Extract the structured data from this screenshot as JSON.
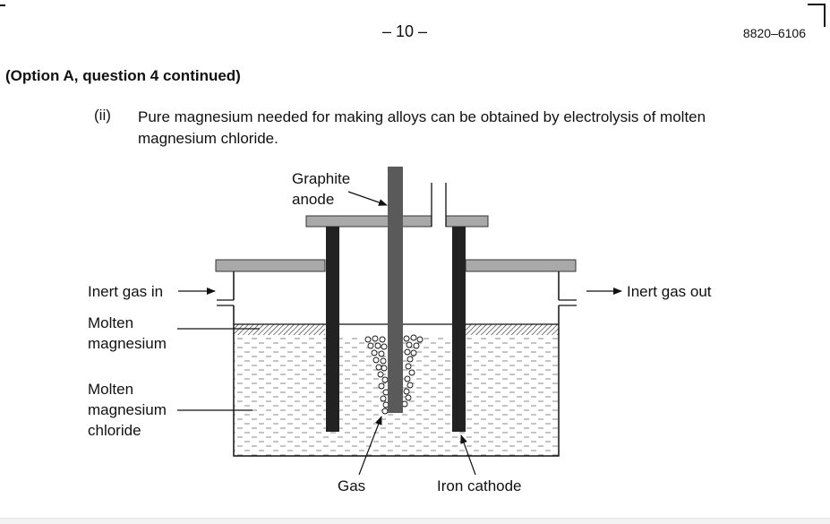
{
  "header": {
    "page_number": "– 10 –",
    "paper_code": "8820–6106"
  },
  "question": {
    "context": "(Option A, question 4 continued)",
    "part": "(ii)",
    "text": "Pure magnesium needed for making alloys can be obtained by electrolysis of molten magnesium chloride."
  },
  "diagram": {
    "labels": {
      "anode_line1": "Graphite",
      "anode_line2": "anode",
      "gas_in": "Inert gas in",
      "gas_out": "Inert gas out",
      "mg_line1": "Molten",
      "mg_line2": "magnesium",
      "mgcl_line1": "Molten",
      "mgcl_line2": "magnesium",
      "mgcl_line3": "chloride",
      "gas": "Gas",
      "cathode": "Iron cathode"
    }
  }
}
